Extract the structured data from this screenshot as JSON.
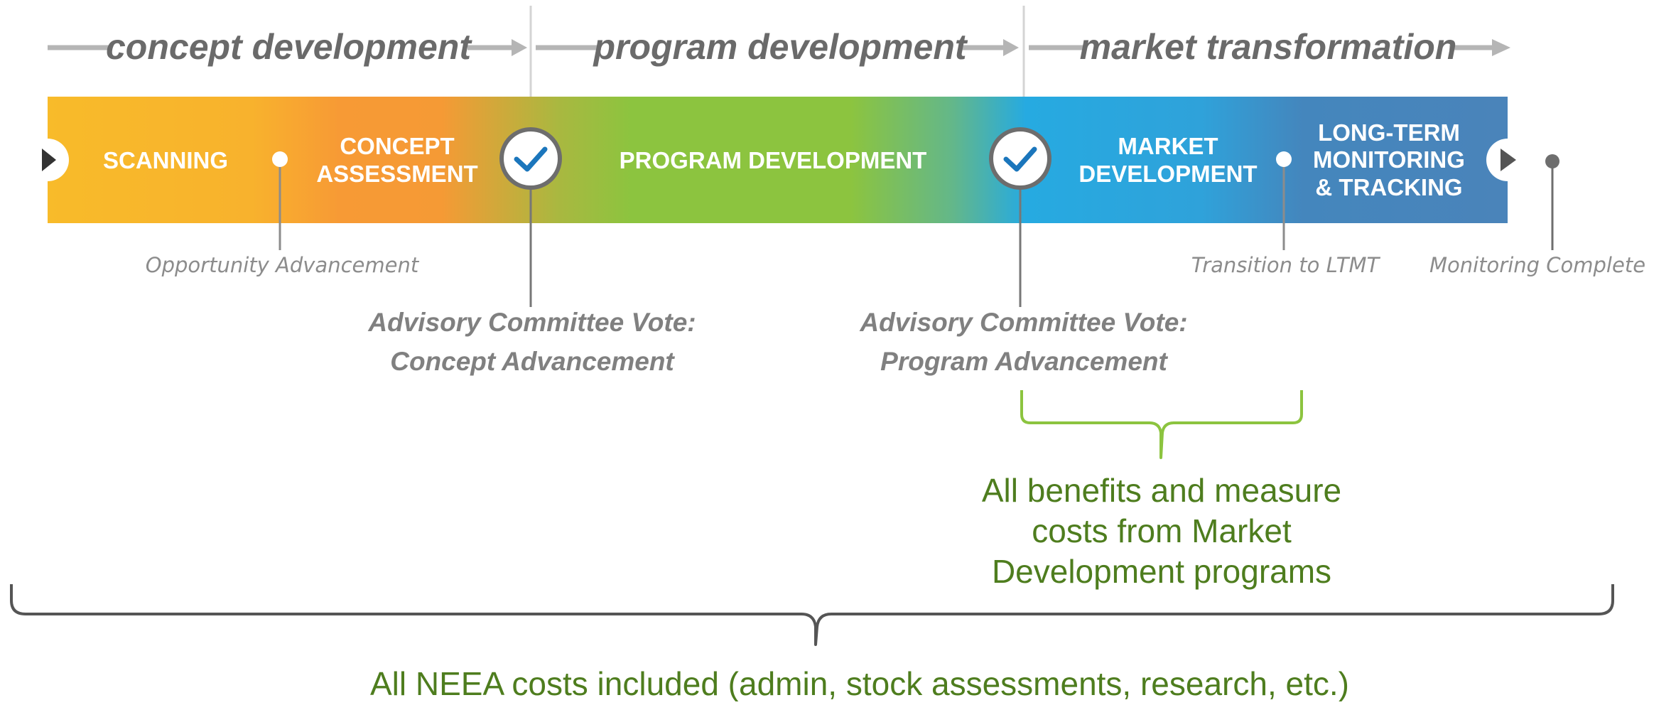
{
  "phases": {
    "concept": "concept development",
    "program": "program development",
    "market": "market transformation"
  },
  "stages": {
    "scanning": "SCANNING",
    "concept_assessment": [
      "CONCEPT",
      "ASSESSMENT"
    ],
    "program_development": "PROGRAM DEVELOPMENT",
    "market_development": [
      "MARKET",
      "DEVELOPMENT"
    ],
    "long_term": [
      "LONG-TERM",
      "MONITORING",
      "& TRACKING"
    ]
  },
  "milestones": {
    "opportunity": "Opportunity Advancement",
    "transition": "Transition to LTMT",
    "monitoring": "Monitoring Complete"
  },
  "votes": {
    "concept": [
      "Advisory Committee Vote:",
      "Concept Advancement"
    ],
    "program": [
      "Advisory Committee Vote:",
      "Program Advancement"
    ]
  },
  "annotations": {
    "benefits": [
      "All benefits and measure",
      "costs from Market",
      "Development programs"
    ],
    "costs": "All NEEA costs included (admin, stock assessments, research, etc.)"
  },
  "colors": {
    "yellow": "#f8bb2a",
    "orange": "#f79a35",
    "green": "#8cc43f",
    "blue": "#26aae1",
    "steel_blue": "#4486bd",
    "text_green": "#4e7d1e",
    "bracket_green": "#8cc43f",
    "bracket_gray": "#555555"
  }
}
